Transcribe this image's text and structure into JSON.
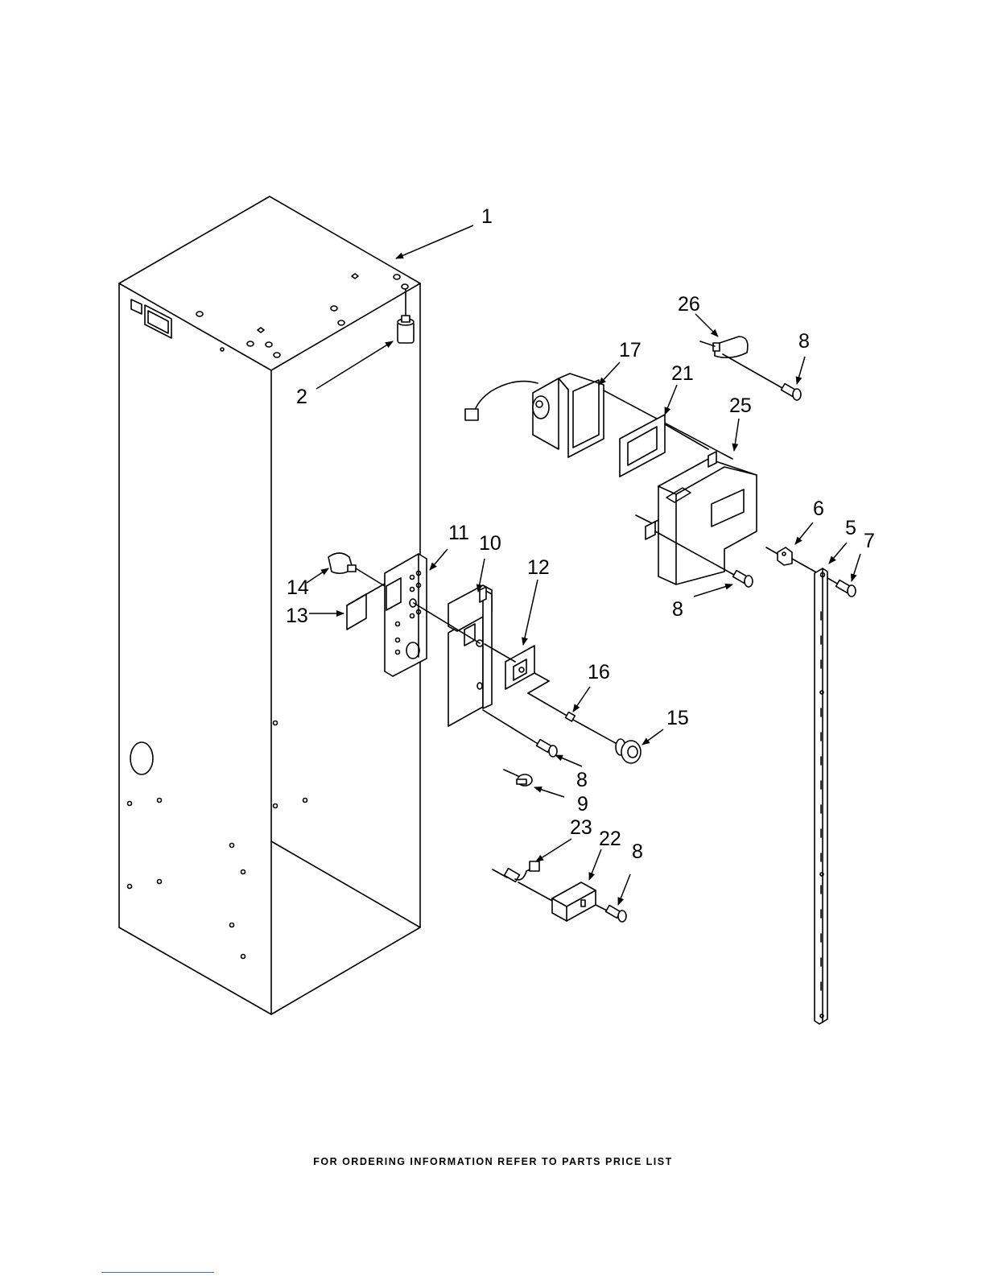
{
  "callouts": {
    "c1": "1",
    "c2": "2",
    "c5": "5",
    "c6": "6",
    "c7": "7",
    "c8a": "8",
    "c8b": "8",
    "c8c": "8",
    "c8d": "8",
    "c9": "9",
    "c10": "10",
    "c11": "11",
    "c12": "12",
    "c13": "13",
    "c14": "14",
    "c15": "15",
    "c16": "16",
    "c17": "17",
    "c21": "21",
    "c22": "22",
    "c23": "23",
    "c25": "25",
    "c26": "26"
  },
  "footer": {
    "note": "FOR ORDERING INFORMATION REFER TO PARTS PRICE LIST"
  }
}
